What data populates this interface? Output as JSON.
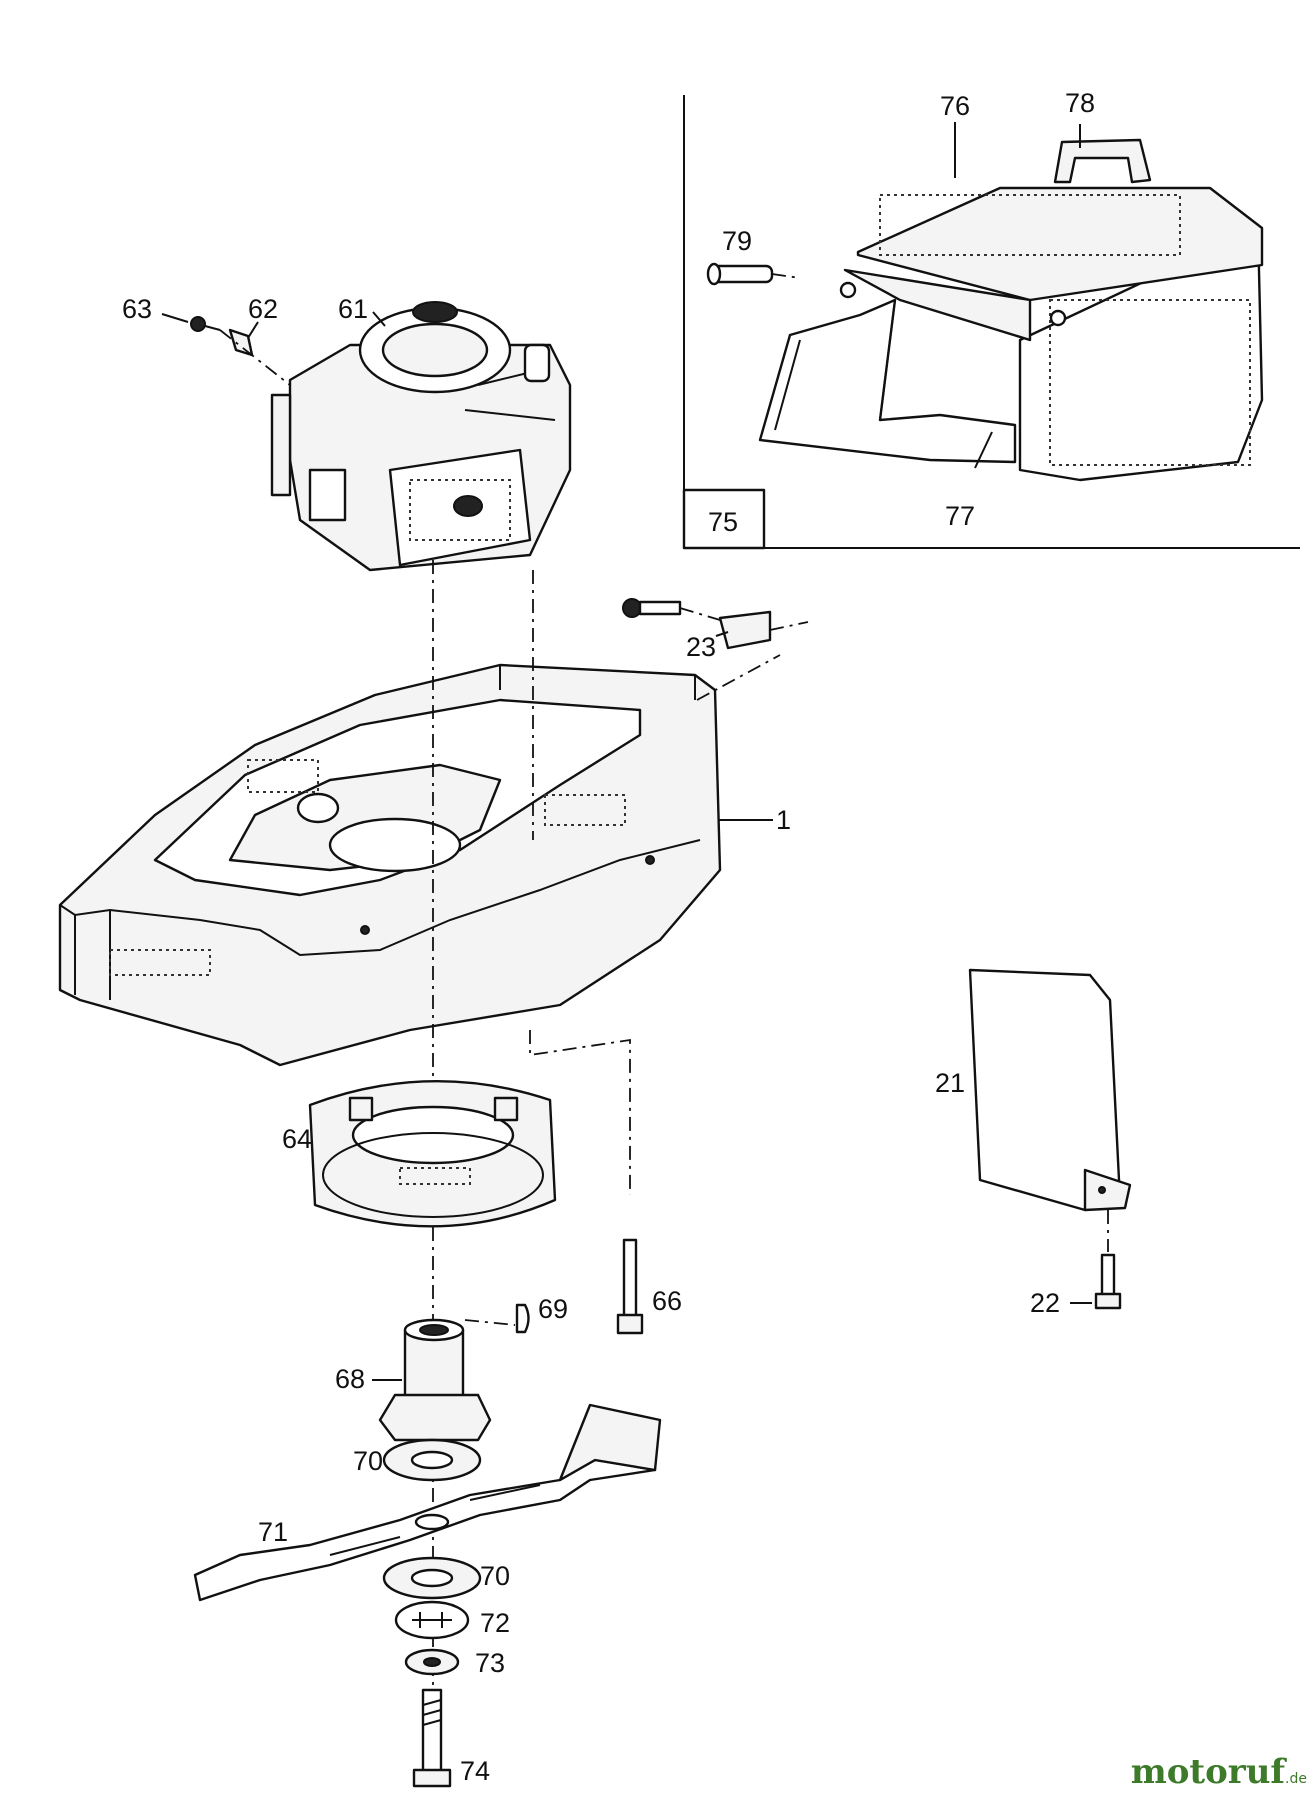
{
  "labels": {
    "p1": "1",
    "p21": "21",
    "p22": "22",
    "p23": "23",
    "p61": "61",
    "p62": "62",
    "p63": "63",
    "p64": "64",
    "p66": "66",
    "p68": "68",
    "p69": "69",
    "p70a": "70",
    "p70b": "70",
    "p71": "71",
    "p72": "72",
    "p73": "73",
    "p74": "74",
    "p75": "75",
    "p76": "76",
    "p77": "77",
    "p78": "78",
    "p79": "79"
  },
  "watermark": {
    "text": "motoruf",
    "suffix": ".de"
  }
}
